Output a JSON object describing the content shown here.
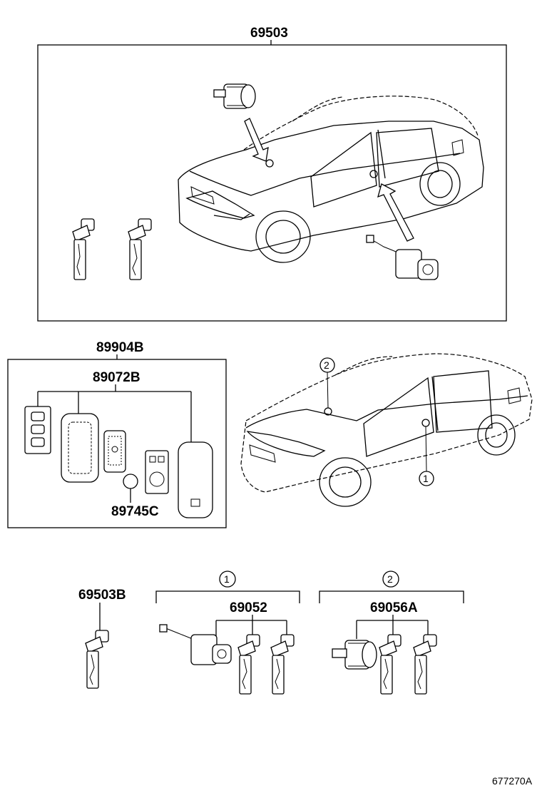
{
  "labels": {
    "top_assembly": "69503",
    "transmitter_assembly": "89904B",
    "transmitter_case": "89072B",
    "battery": "89745C",
    "key_blank": "69503B",
    "door_lock_set": "69052",
    "ignition_lock_set": "69056A",
    "callout_1": "1",
    "callout_2": "2",
    "diagram_code": "677270A"
  }
}
